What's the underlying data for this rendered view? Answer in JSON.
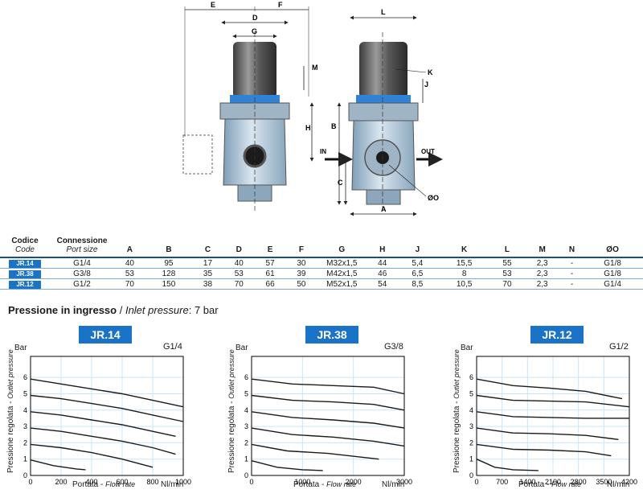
{
  "drawing": {
    "dims_front": [
      "E",
      "F",
      "D",
      "G",
      "M",
      "H"
    ],
    "dims_side": [
      "L",
      "K",
      "J",
      "B",
      "C",
      "A",
      "ØO"
    ],
    "in_label": "IN",
    "out_label": "OUT"
  },
  "table": {
    "headers": {
      "code": "Codice",
      "code_sub": "Code",
      "conn": "Connessione",
      "conn_sub": "Port size",
      "cols": [
        "A",
        "B",
        "C",
        "D",
        "E",
        "F",
        "G",
        "H",
        "J",
        "K",
        "L",
        "M",
        "N",
        "ØO"
      ]
    },
    "rows": [
      {
        "code": "JR.14",
        "conn": "G1/4",
        "vals": [
          "40",
          "95",
          "17",
          "40",
          "57",
          "30",
          "M32x1,5",
          "44",
          "5,4",
          "15,5",
          "55",
          "2,3",
          "-",
          "G1/8"
        ]
      },
      {
        "code": "JR.38",
        "conn": "G3/8",
        "vals": [
          "53",
          "128",
          "35",
          "53",
          "61",
          "39",
          "M42x1,5",
          "46",
          "6,5",
          "8",
          "53",
          "2,3",
          "-",
          "G1/8"
        ]
      },
      {
        "code": "JR.12",
        "conn": "G1/2",
        "vals": [
          "70",
          "150",
          "38",
          "70",
          "66",
          "50",
          "M52x1,5",
          "54",
          "8,5",
          "10,5",
          "70",
          "2,3",
          "-",
          "G1/4"
        ]
      }
    ]
  },
  "pressure": {
    "label_it": "Pressione in ingresso",
    "sep": " / ",
    "label_en": "Inlet pressure",
    "value": ": 7 bar"
  },
  "chart_common": {
    "y_unit": "Bar",
    "x_unit": "Nl/min",
    "x_title_it": "Portata - ",
    "x_title_en": "Flow rate",
    "y_title_it": "Pressione regolata - ",
    "y_title_en": "Outlet pressure",
    "grid_color": "#c9e6f7",
    "line_color": "#1a1a1a",
    "accent": "#1a73c6"
  },
  "chart_data": [
    {
      "type": "line",
      "name": "JR.14",
      "port": "G1/4",
      "xlim": [
        0,
        1000
      ],
      "ylim": [
        0,
        6.5
      ],
      "x_ticks": [
        "0",
        "200",
        "400",
        "600",
        "800",
        "1000"
      ],
      "y_ticks": [
        "0",
        "1",
        "2",
        "3",
        "4",
        "5",
        "6"
      ],
      "series": [
        {
          "x": [
            0,
            150,
            300,
            360
          ],
          "y": [
            0.95,
            0.6,
            0.4,
            0.35
          ]
        },
        {
          "x": [
            0,
            200,
            400,
            600,
            800
          ],
          "y": [
            1.9,
            1.7,
            1.4,
            1.0,
            0.5
          ]
        },
        {
          "x": [
            0,
            200,
            400,
            600,
            800,
            950
          ],
          "y": [
            2.9,
            2.7,
            2.4,
            2.1,
            1.7,
            1.3
          ]
        },
        {
          "x": [
            0,
            200,
            400,
            600,
            800,
            950
          ],
          "y": [
            3.9,
            3.7,
            3.4,
            3.1,
            2.7,
            2.4
          ]
        },
        {
          "x": [
            0,
            200,
            400,
            600,
            800,
            1000
          ],
          "y": [
            4.9,
            4.7,
            4.4,
            4.1,
            3.7,
            3.3
          ]
        },
        {
          "x": [
            0,
            200,
            400,
            600,
            800,
            1000
          ],
          "y": [
            5.9,
            5.6,
            5.3,
            5.0,
            4.6,
            4.2
          ]
        }
      ]
    },
    {
      "type": "line",
      "name": "JR.38",
      "port": "G3/8",
      "xlim": [
        0,
        3000
      ],
      "ylim": [
        0,
        6.5
      ],
      "x_ticks": [
        "0",
        "1000",
        "2000",
        "3000"
      ],
      "y_ticks": [
        "0",
        "1",
        "2",
        "3",
        "4",
        "5",
        "6"
      ],
      "series": [
        {
          "x": [
            0,
            500,
            1000,
            1400
          ],
          "y": [
            0.9,
            0.5,
            0.35,
            0.3
          ]
        },
        {
          "x": [
            0,
            700,
            1500,
            2500
          ],
          "y": [
            1.9,
            1.5,
            1.35,
            1.0
          ]
        },
        {
          "x": [
            0,
            800,
            1600,
            2400,
            3000
          ],
          "y": [
            2.9,
            2.5,
            2.35,
            2.1,
            1.8
          ]
        },
        {
          "x": [
            0,
            800,
            1600,
            2400,
            3000
          ],
          "y": [
            3.9,
            3.55,
            3.4,
            3.2,
            2.9
          ]
        },
        {
          "x": [
            0,
            800,
            1600,
            2400,
            3000
          ],
          "y": [
            4.9,
            4.6,
            4.5,
            4.35,
            4.0
          ]
        },
        {
          "x": [
            0,
            800,
            1600,
            2400,
            3000
          ],
          "y": [
            5.9,
            5.6,
            5.5,
            5.4,
            5.0
          ]
        }
      ]
    },
    {
      "type": "line",
      "name": "JR.12",
      "port": "G1/2",
      "xlim": [
        0,
        4200
      ],
      "ylim": [
        0,
        6.5
      ],
      "x_ticks": [
        "0",
        "700",
        "1400",
        "2100",
        "2800",
        "3500",
        "4200"
      ],
      "y_ticks": [
        "0",
        "1",
        "2",
        "3",
        "4",
        "5",
        "6"
      ],
      "series": [
        {
          "x": [
            0,
            500,
            1000,
            1700
          ],
          "y": [
            1.0,
            0.5,
            0.35,
            0.3
          ]
        },
        {
          "x": [
            0,
            1000,
            2000,
            3000,
            3700
          ],
          "y": [
            1.9,
            1.6,
            1.55,
            1.45,
            1.2
          ]
        },
        {
          "x": [
            0,
            1000,
            2000,
            3000,
            3900
          ],
          "y": [
            2.9,
            2.6,
            2.55,
            2.45,
            2.2
          ]
        },
        {
          "x": [
            0,
            1000,
            2000,
            3000,
            4200
          ],
          "y": [
            3.9,
            3.6,
            3.55,
            3.5,
            3.5
          ]
        },
        {
          "x": [
            0,
            1000,
            2000,
            3000,
            4200
          ],
          "y": [
            4.9,
            4.6,
            4.55,
            4.5,
            4.2
          ]
        },
        {
          "x": [
            0,
            1000,
            2000,
            3000,
            4000
          ],
          "y": [
            5.9,
            5.5,
            5.35,
            5.15,
            4.7
          ]
        }
      ]
    }
  ]
}
